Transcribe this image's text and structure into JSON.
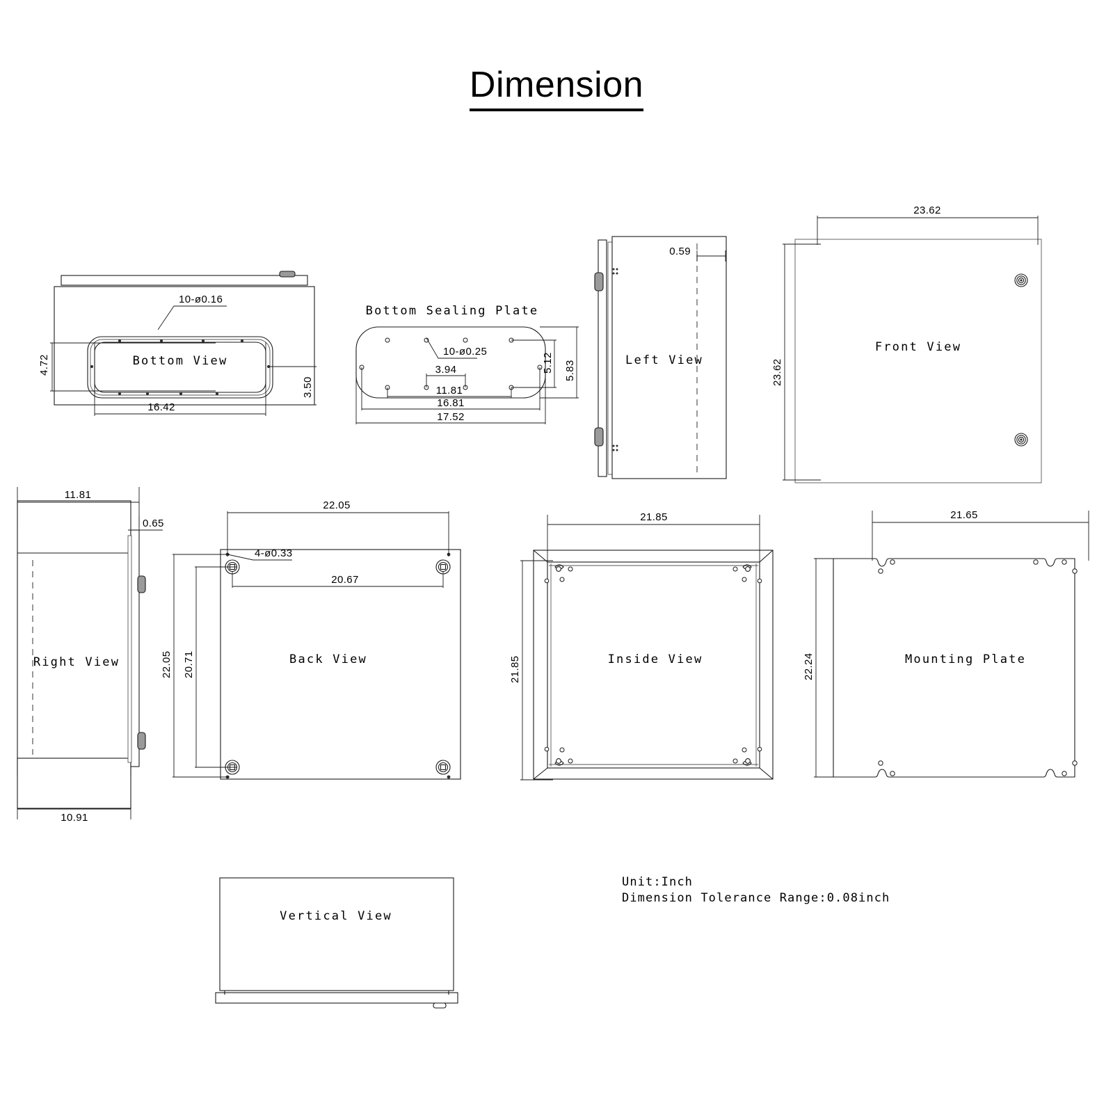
{
  "title": "Dimension",
  "notes": {
    "unit": "Unit:Inch",
    "tolerance": "Dimension Tolerance Range:0.08inch"
  },
  "views": {
    "bottom": {
      "label": "Bottom View",
      "callout": "10-ø0.16",
      "dim_width": "16.42",
      "dim_left": "4.72",
      "dim_right": "3.50"
    },
    "bottom_sealing_plate": {
      "label": "Bottom Sealing Plate",
      "callout": "10-ø0.25",
      "dim_inner": "3.94",
      "dim_mid": "11.81",
      "dim_outer": "16.81",
      "dim_total": "17.52",
      "dim_height_inner": "5.12",
      "dim_height_outer": "5.83"
    },
    "left": {
      "label": "Left View",
      "dim_depth": "0.59"
    },
    "front": {
      "label": "Front View",
      "dim_width": "23.62",
      "dim_height": "23.62"
    },
    "right": {
      "label": "Right View",
      "dim_top": "11.81",
      "dim_flange": "0.65",
      "dim_bottom": "10.91"
    },
    "back": {
      "label": "Back View",
      "callout": "4-ø0.33",
      "dim_width": "22.05",
      "dim_hole_width": "20.67",
      "dim_height": "22.05",
      "dim_hole_height": "20.71"
    },
    "inside": {
      "label": "Inside View",
      "dim_width": "21.85",
      "dim_height": "21.85"
    },
    "mounting_plate": {
      "label": "Mounting Plate",
      "dim_width": "21.65",
      "dim_height": "22.24"
    },
    "vertical": {
      "label": "Vertical View"
    }
  },
  "chart_data": {
    "type": "table",
    "title": "Dimension",
    "units": "Inch",
    "tolerance": "0.08inch",
    "measurements": [
      {
        "view": "Bottom View",
        "name": "width",
        "value": 16.42
      },
      {
        "view": "Bottom View",
        "name": "left offset",
        "value": 4.72
      },
      {
        "view": "Bottom View",
        "name": "right offset",
        "value": 3.5
      },
      {
        "view": "Bottom View",
        "name": "hole callout",
        "count": 10,
        "diameter": 0.16
      },
      {
        "view": "Bottom Sealing Plate",
        "name": "inner hole spacing",
        "value": 3.94
      },
      {
        "view": "Bottom Sealing Plate",
        "name": "mid hole spacing",
        "value": 11.81
      },
      {
        "view": "Bottom Sealing Plate",
        "name": "outer hole spacing",
        "value": 16.81
      },
      {
        "view": "Bottom Sealing Plate",
        "name": "overall length",
        "value": 17.52
      },
      {
        "view": "Bottom Sealing Plate",
        "name": "inner height",
        "value": 5.12
      },
      {
        "view": "Bottom Sealing Plate",
        "name": "overall height",
        "value": 5.83
      },
      {
        "view": "Bottom Sealing Plate",
        "name": "hole callout",
        "count": 10,
        "diameter": 0.25
      },
      {
        "view": "Left View",
        "name": "door depth",
        "value": 0.59
      },
      {
        "view": "Front View",
        "name": "width",
        "value": 23.62
      },
      {
        "view": "Front View",
        "name": "height",
        "value": 23.62
      },
      {
        "view": "Right View",
        "name": "depth",
        "value": 11.81
      },
      {
        "view": "Right View",
        "name": "flange",
        "value": 0.65
      },
      {
        "view": "Right View",
        "name": "body depth",
        "value": 10.91
      },
      {
        "view": "Back View",
        "name": "width",
        "value": 22.05
      },
      {
        "view": "Back View",
        "name": "hole width",
        "value": 20.67
      },
      {
        "view": "Back View",
        "name": "height",
        "value": 22.05
      },
      {
        "view": "Back View",
        "name": "hole height",
        "value": 20.71
      },
      {
        "view": "Back View",
        "name": "hole callout",
        "count": 4,
        "diameter": 0.33
      },
      {
        "view": "Inside View",
        "name": "width",
        "value": 21.85
      },
      {
        "view": "Inside View",
        "name": "height",
        "value": 21.85
      },
      {
        "view": "Mounting Plate",
        "name": "width",
        "value": 21.65
      },
      {
        "view": "Mounting Plate",
        "name": "height",
        "value": 22.24
      }
    ]
  }
}
